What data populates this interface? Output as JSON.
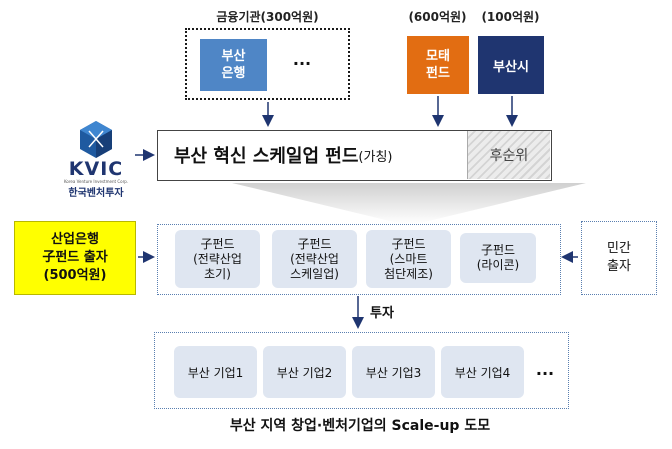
{
  "top": {
    "financial_label": "금융기관(300억원)",
    "financial_bank_line1": "부산",
    "financial_bank_line2": "은행",
    "financial_ellipsis": "···",
    "mote_amount": "(600억원)",
    "mote_line1": "모태",
    "mote_line2": "펀드",
    "busan_city_amount": "(100억원)",
    "busan_city": "부산시"
  },
  "logo": {
    "name": "KVIC",
    "tagline": "Korea Venture Investment Corp.",
    "korean_name": "한국벤처투자"
  },
  "main_fund": {
    "title": "부산 혁신 스케일업 펀드",
    "suffix": "(가칭)",
    "subordinate": "후순위"
  },
  "left_investor": {
    "line1": "산업은행",
    "line2": "子펀드 출자",
    "line3": "(500억원)"
  },
  "right_investor": {
    "line1": "민간",
    "line2": "출자"
  },
  "subfunds": [
    {
      "title": "子펀드",
      "line2": "(전략산업",
      "line3": "초기)"
    },
    {
      "title": "子펀드",
      "line2": "(전략산업",
      "line3": "스케일업)"
    },
    {
      "title": "子펀드",
      "line2": "(스마트",
      "line3": "첨단제조)"
    },
    {
      "title": "子펀드",
      "line2": "(라이콘)",
      "line3": ""
    }
  ],
  "invest_label": "투자",
  "companies": [
    "부산 기업1",
    "부산 기업2",
    "부산 기업3",
    "부산 기업4"
  ],
  "companies_ellipsis": "···",
  "caption": "부산 지역 창업·벤처기업의 Scale-up 도모",
  "colors": {
    "blue": "#4f86c6",
    "orange": "#e26d12",
    "navy": "#1f3570",
    "yellow": "#ffff00",
    "light_blue": "#dfe6f1",
    "logo_navy": "#1f3570"
  }
}
